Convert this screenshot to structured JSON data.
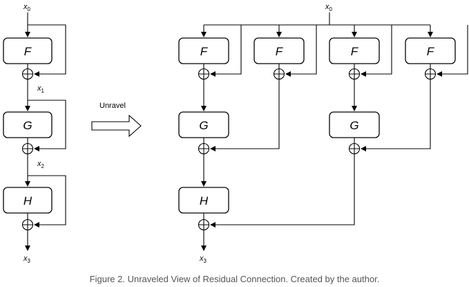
{
  "left": {
    "blocks": [
      "F",
      "G",
      "H"
    ],
    "var_base": "x",
    "var_subs": [
      "0",
      "1",
      "2",
      "3"
    ]
  },
  "arrow_label": "Unravel",
  "right": {
    "top_var_base": "x",
    "top_var_sub": "0",
    "f_blocks": [
      "F",
      "F",
      "F",
      "F"
    ],
    "g_blocks": [
      "G",
      "G"
    ],
    "h_block": "H",
    "out_var_base": "x",
    "out_var_sub": "3"
  },
  "caption": "Figure 2. Unraveled View of Residual Connection. Created by the author."
}
